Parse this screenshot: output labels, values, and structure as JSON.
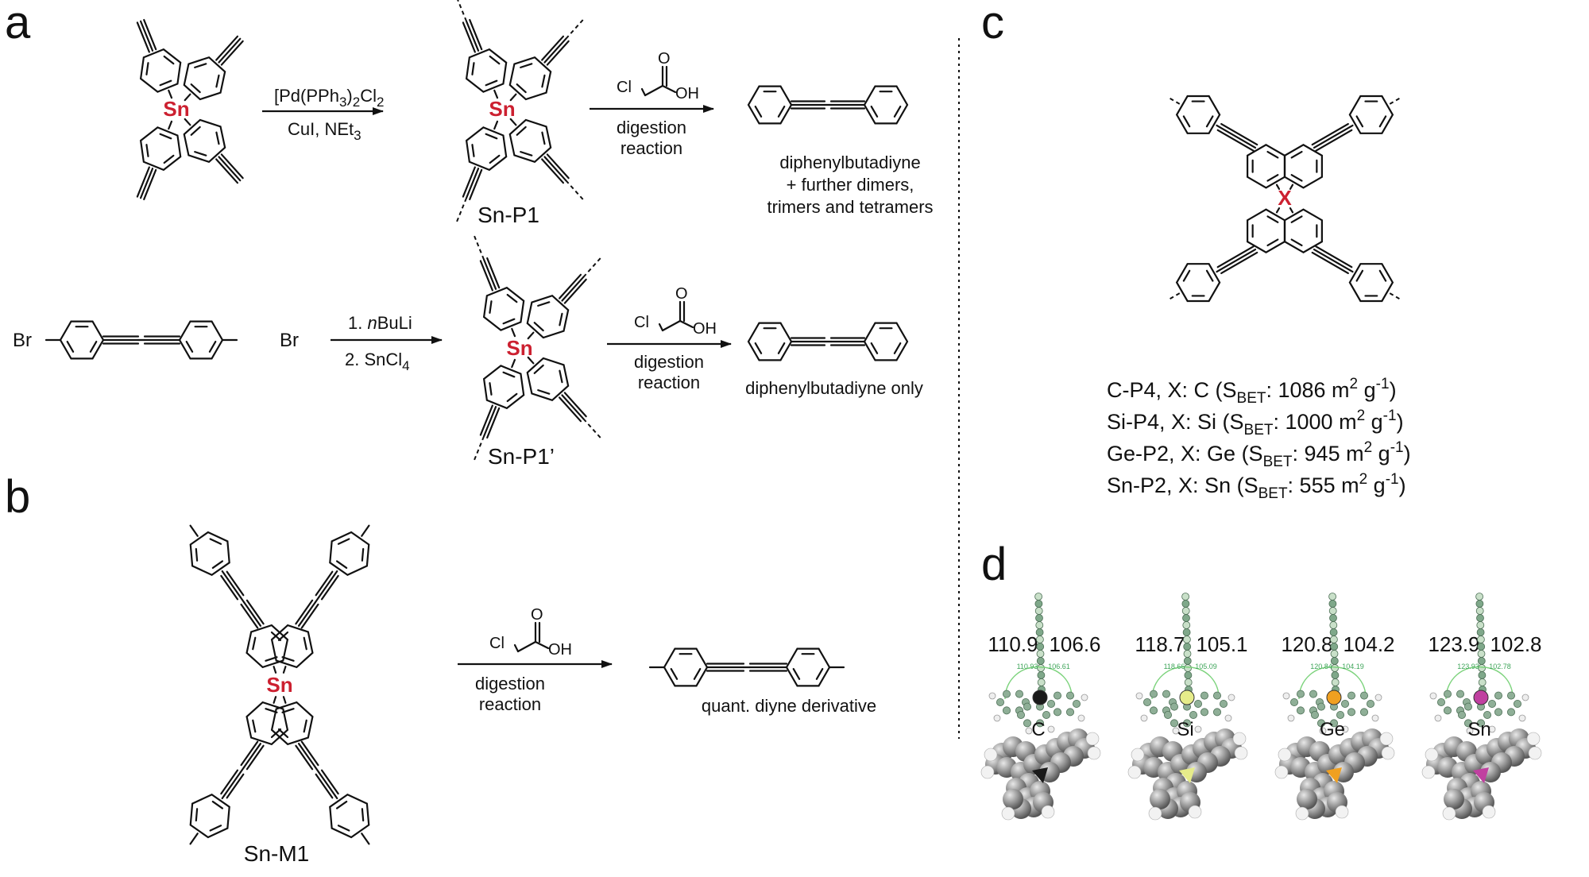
{
  "panels": {
    "a": "a",
    "b": "b",
    "c": "c",
    "d": "d"
  },
  "atoms": {
    "sn": "Sn",
    "x": "X",
    "br": "Br",
    "cl": "Cl",
    "oh": "OH",
    "o": "O"
  },
  "colors": {
    "heteroatom": "#cc2030",
    "text": "#111111",
    "divider": "#111111"
  },
  "scheme_a1": {
    "reagent_top_html": "[Pd(PPh<tspan dy='6' font-size='17'>3</tspan><tspan dy='-6'>)</tspan><tspan dy='6' font-size='17'>2</tspan><tspan dy='-6'>Cl</tspan><tspan dy='6' font-size='17'>2</tspan>",
    "reagent_bottom_html": "CuI, NEt<tspan dy='6' font-size='17'>3</tspan>",
    "polymer_label": "Sn-P1",
    "digestion_line1": "digestion",
    "digestion_line2": "reaction",
    "product_line1": "diphenylbutadiyne",
    "product_line2": "+ further dimers,",
    "product_line3": "trimers and tetramers"
  },
  "scheme_a2": {
    "step1_html": "1. <tspan font-style='italic'>n</tspan>BuLi",
    "step2_html": "2. SnCl<tspan dy='6' font-size='17'>4</tspan>",
    "polymer_label": "Sn-P1’",
    "digestion_line1": "digestion",
    "digestion_line2": "reaction",
    "product": "diphenylbutadiyne only"
  },
  "scheme_b": {
    "monomer_label": "Sn-M1",
    "digestion_line1": "digestion",
    "digestion_line2": "reaction",
    "product": "quant. diyne derivative"
  },
  "panel_c": {
    "lines_html": [
      "C-P4, X: C  (S<tspan dy='7' font-size='19'>BET</tspan><tspan dy='-7'>: 1086 m</tspan><tspan dy='-11' font-size='19'>2</tspan><tspan dy='11'> g</tspan><tspan dy='-11' font-size='19'>-1</tspan><tspan dy='11'>)</tspan>",
      "Si-P4, X: Si  (S<tspan dy='7' font-size='19'>BET</tspan><tspan dy='-7'>: 1000 m</tspan><tspan dy='-11' font-size='19'>2</tspan><tspan dy='11'> g</tspan><tspan dy='-11' font-size='19'>-1</tspan><tspan dy='11'>)</tspan>",
      "Ge-P2, X: Ge (S<tspan dy='7' font-size='19'>BET</tspan><tspan dy='-7'>: 945 m</tspan><tspan dy='-11' font-size='19'>2</tspan><tspan dy='11'> g</tspan><tspan dy='-11' font-size='19'>-1</tspan><tspan dy='11'>)</tspan>",
      "Sn-P2, X: Sn (S<tspan dy='7' font-size='19'>BET</tspan><tspan dy='-7'>: 555 m</tspan><tspan dy='-11' font-size='19'>2</tspan><tspan dy='11'> g</tspan><tspan dy='-11' font-size='19'>-1</tspan><tspan dy='11'>)</tspan>"
    ]
  },
  "panel_d": {
    "structures": [
      {
        "element": "C",
        "angle_left": "110.9",
        "angle_right": "106.6",
        "small_left": "110.93",
        "small_right": "106.61",
        "color": "#1a1a1a"
      },
      {
        "element": "Si",
        "angle_left": "118.7",
        "angle_right": "105.1",
        "small_left": "118.66",
        "small_right": "105.09",
        "color": "#e6ec8a"
      },
      {
        "element": "Ge",
        "angle_left": "120.8",
        "angle_right": "104.2",
        "small_left": "120.84",
        "small_right": "104.19",
        "color": "#f0a020"
      },
      {
        "element": "Sn",
        "angle_left": "123.9",
        "angle_right": "102.8",
        "small_left": "123.93",
        "small_right": "102.78",
        "color": "#c040a0"
      }
    ]
  }
}
